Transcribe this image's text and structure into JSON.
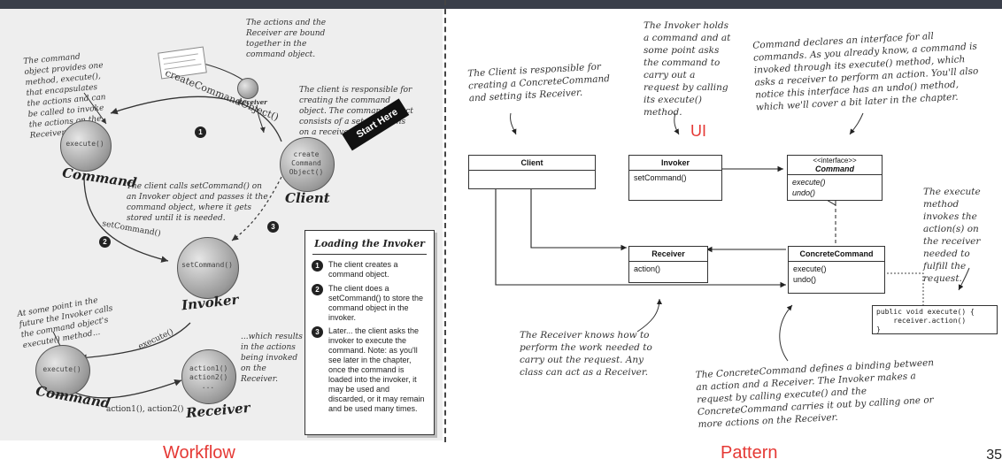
{
  "left": {
    "caption": "Workflow",
    "annotations": {
      "command_object": "The command object provides one method, execute(), that encapsulates the actions and can be called to invoke the actions on the Receiver.",
      "actions_bound": "The actions and the Receiver are bound together in the command object.",
      "client_responsible": "The client is responsible for creating the command object. The command object consists of a set of actions on a receiver.",
      "client_calls": "The client calls setCommand() on an Invoker object and passes it the command object, where it gets stored until it is needed.",
      "future": "At some point in the future the Invoker calls the command object's execute() method...",
      "results": "...which results in the actions being invoked on the Receiver."
    },
    "nodes": {
      "command_top": {
        "text": "execute()",
        "label": "Command"
      },
      "client": {
        "text": "create Command Object()",
        "label": "Client"
      },
      "invoker": {
        "text": "setCommand()",
        "label": "Invoker"
      },
      "command_bottom": {
        "text": "execute()",
        "label": "Command"
      },
      "receiver": {
        "text": "action1() action2() ...",
        "label": "Receiver"
      },
      "receiver_small": {
        "label": "Receiver"
      }
    },
    "edges": {
      "create": "createCommandObject()",
      "set": "setCommand()",
      "execute": "execute()",
      "actions": "action1(), action2()"
    },
    "numbers": [
      "1",
      "2",
      "3"
    ],
    "start_here": "Start Here",
    "loading_box": {
      "title": "Loading the Invoker",
      "steps": [
        {
          "num": "1",
          "text": "The client creates a command object."
        },
        {
          "num": "2",
          "text": "The client does a setCommand() to store the command object in the invoker."
        },
        {
          "num": "3",
          "text": "Later... the client asks the invoker to execute the command. Note: as you'll see later in the chapter, once the command is loaded into the invoker, it may be used and discarded, or it may remain and be used many times."
        }
      ]
    }
  },
  "right": {
    "caption": "Pattern",
    "ui_label": "UI",
    "annotations": {
      "client": "The Client is responsible for creating a ConcreteCommand and setting its Receiver.",
      "invoker": "The Invoker holds a command and at some point asks the command to carry out a request by calling its execute() method.",
      "command": "Command declares an interface for all commands. As you already know, a command is invoked through its execute() method, which asks a receiver to perform an action. You'll also notice this interface has an undo() method, which we'll cover a bit later in the chapter.",
      "execute": "The execute method invokes the action(s) on the receiver needed to fulfill the request.",
      "receiver": "The Receiver knows how to perform the work needed to carry out the request. Any class can act as a Receiver.",
      "concrete": "The ConcreteCommand defines a binding between an action and a Receiver. The Invoker makes a request by calling execute() and the ConcreteCommand carries it out by calling one or more actions on the Receiver."
    },
    "classes": {
      "client": {
        "name": "Client"
      },
      "invoker": {
        "name": "Invoker",
        "methods": [
          "setCommand()"
        ]
      },
      "command": {
        "stereotype": "<<interface>>",
        "name": "Command",
        "methods": [
          "execute()",
          "undo()"
        ]
      },
      "receiver": {
        "name": "Receiver",
        "methods": [
          "action()"
        ]
      },
      "concrete": {
        "name": "ConcreteCommand",
        "methods": [
          "execute()",
          "undo()"
        ]
      }
    },
    "code": {
      "line1": "public void execute() {",
      "line2": "    receiver.action()",
      "line3": "}"
    }
  },
  "page_number": "35"
}
